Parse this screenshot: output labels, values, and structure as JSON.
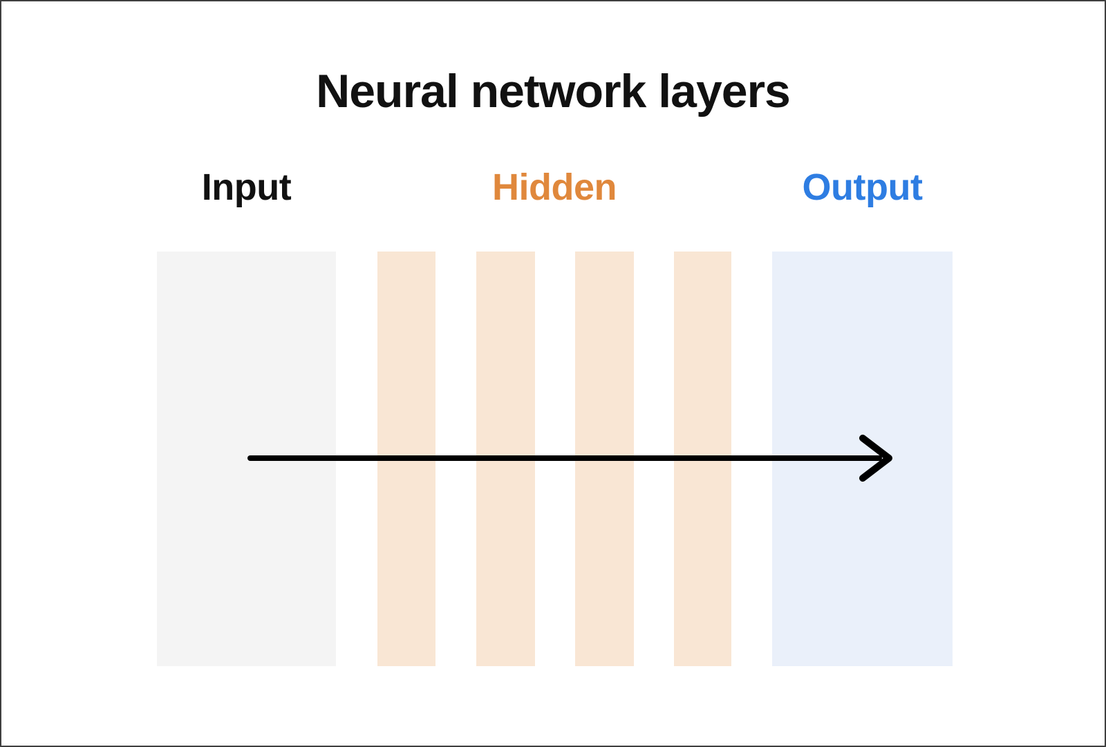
{
  "frame": {
    "background": "#FFFFFF",
    "border_color": "#3F3F3F"
  },
  "title": {
    "text": "Neural network layers",
    "color": "#111111"
  },
  "diagram": {
    "type": "neural-network-layers",
    "flow_direction": "left-to-right",
    "groups": [
      {
        "id": "input",
        "label": "Input",
        "label_color": "#111111",
        "block_color": "#F4F4F4",
        "block_count": 1
      },
      {
        "id": "hidden",
        "label": "Hidden",
        "label_color": "#E0883C",
        "block_color": "#F9E6D4",
        "block_count": 4
      },
      {
        "id": "output",
        "label": "Output",
        "label_color": "#2E7DE2",
        "block_color": "#EAF0FA",
        "block_count": 1
      }
    ],
    "arrow": {
      "color": "#000000",
      "direction": "left-to-right"
    }
  }
}
